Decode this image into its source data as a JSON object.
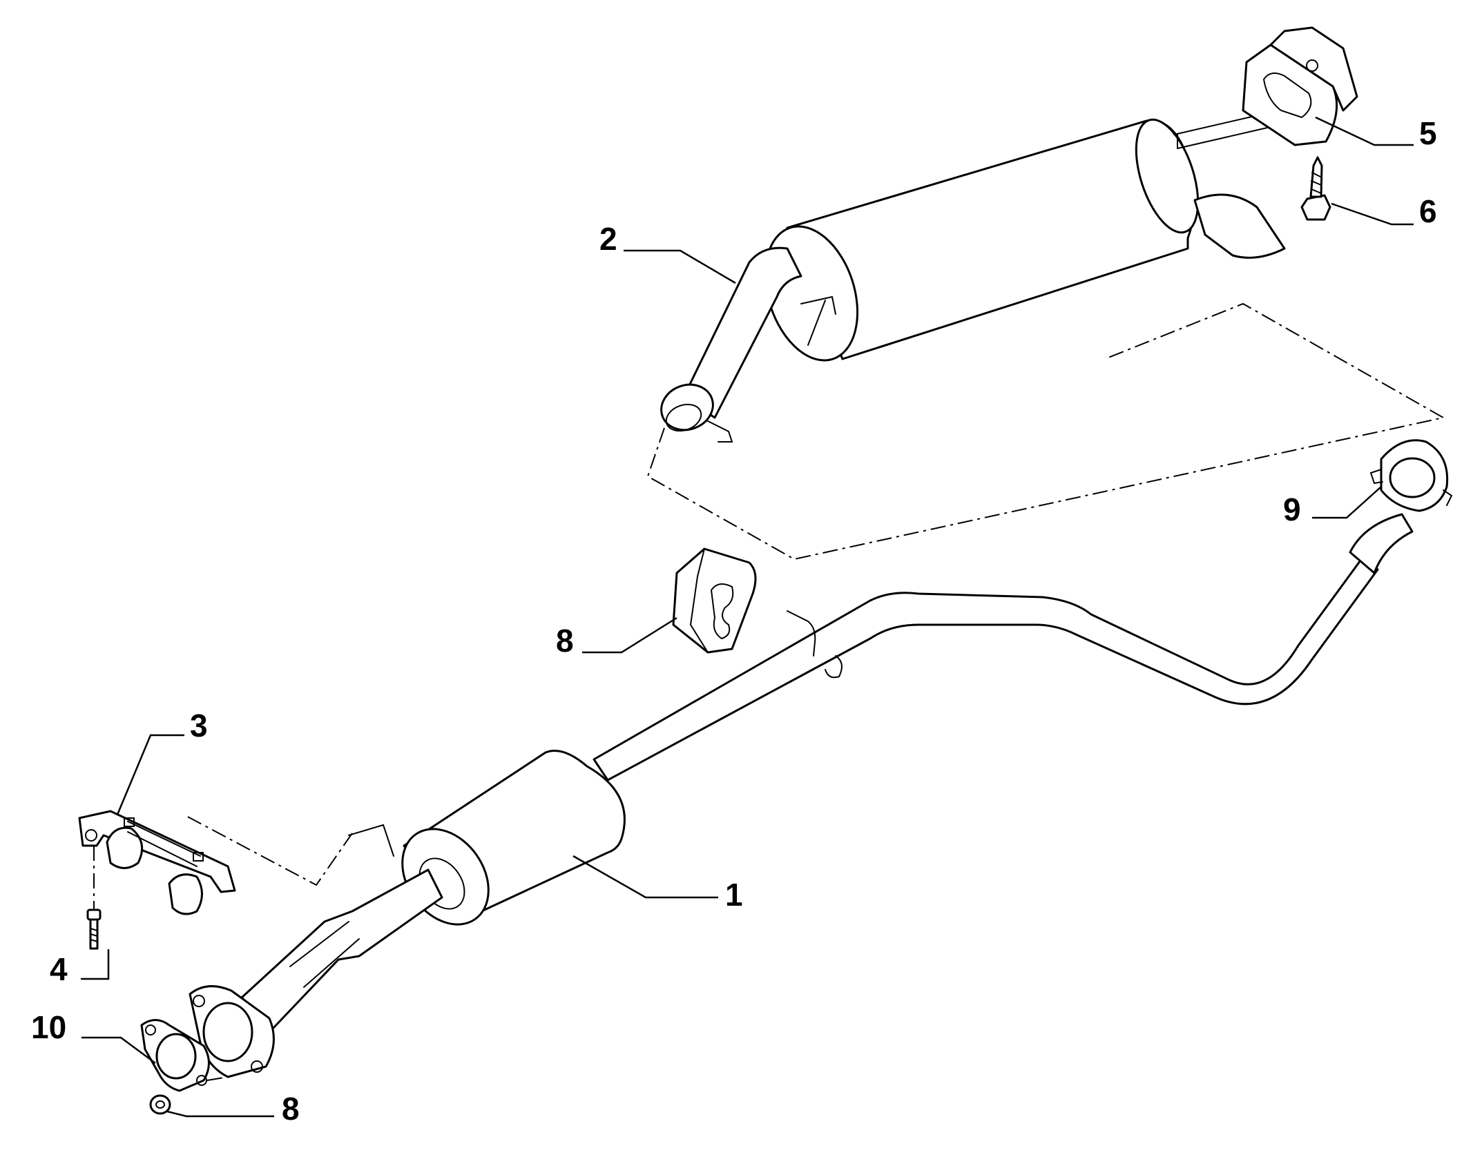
{
  "callouts": [
    {
      "id": "1",
      "label": "1"
    },
    {
      "id": "2",
      "label": "2"
    },
    {
      "id": "3",
      "label": "3"
    },
    {
      "id": "4",
      "label": "4"
    },
    {
      "id": "5",
      "label": "5"
    },
    {
      "id": "6",
      "label": "6"
    },
    {
      "id": "8a",
      "label": "8"
    },
    {
      "id": "8b",
      "label": "8"
    },
    {
      "id": "9",
      "label": "9"
    },
    {
      "id": "10",
      "label": "10"
    }
  ],
  "colors": {
    "line": "#000000",
    "background": "#ffffff"
  }
}
